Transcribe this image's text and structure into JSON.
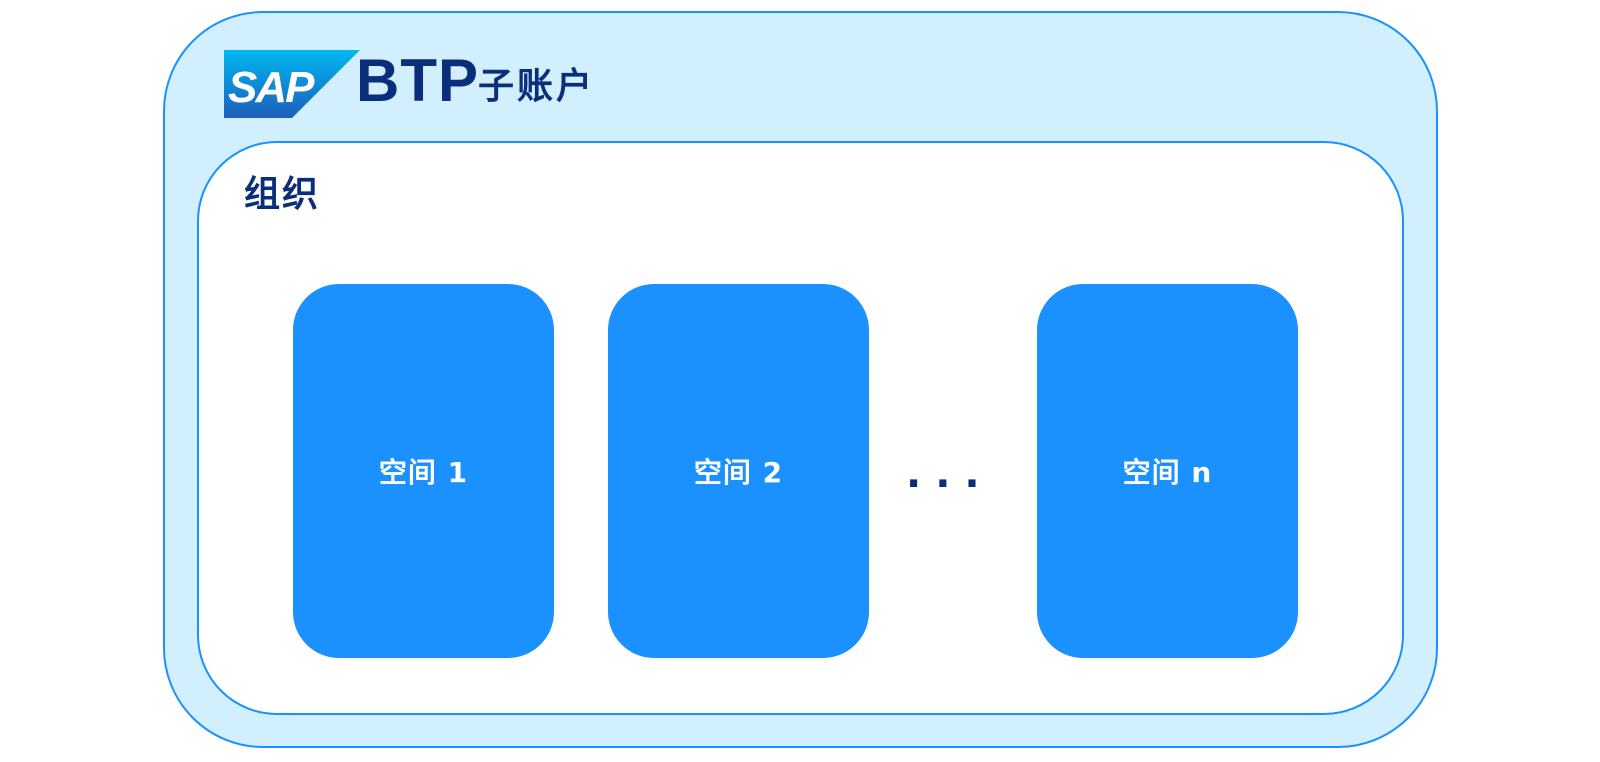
{
  "subaccount": {
    "logo_text": "SAP",
    "product": "BTP",
    "label": "子账户"
  },
  "organization": {
    "label": "组织"
  },
  "spaces": [
    {
      "label": "空间 1"
    },
    {
      "label": "空间 2"
    },
    {
      "label": "空间 n"
    }
  ],
  "ellipsis": "...",
  "colors": {
    "subaccount_fill": "#d1efff",
    "border": "#1b90ff",
    "space_fill": "#1b90ff",
    "text_dark": "#0a2e7a",
    "text_light": "#ffffff",
    "logo_gradient_top": "#00b8f1",
    "logo_gradient_bottom": "#1e5fbb"
  }
}
